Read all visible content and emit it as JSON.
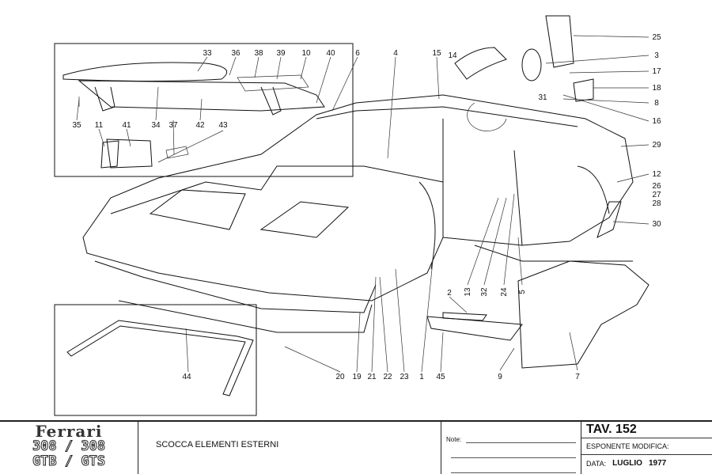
{
  "callouts": {
    "c1": "1",
    "c2": "2",
    "c3": "3",
    "c4": "4",
    "c5": "5",
    "c6": "6",
    "c7": "7",
    "c8": "8",
    "c9": "9",
    "c10": "10",
    "c11": "11",
    "c12": "12",
    "c13": "13",
    "c14": "14",
    "c15": "15",
    "c16": "16",
    "c17": "17",
    "c18": "18",
    "c19": "19",
    "c20": "20",
    "c21": "21",
    "c22": "22",
    "c23": "23",
    "c24": "24",
    "c25": "25",
    "c26": "26",
    "c27": "27",
    "c28": "28",
    "c29": "29",
    "c30": "30",
    "c31": "31",
    "c32": "32",
    "c33": "33",
    "c34": "34",
    "c35": "35",
    "c36": "36",
    "c37": "37",
    "c38": "38",
    "c39": "39",
    "c40": "40",
    "c41": "41",
    "c42": "42",
    "c43": "43",
    "c44": "44",
    "c45": "45"
  },
  "title_block": {
    "brand": "Ferrari",
    "model_line1": "308 / 308",
    "model_line2": "GTB / GTS",
    "description": "SCOCCA ELEMENTI ESTERNI",
    "note_label": "Note:",
    "table_label": "TAV. 152",
    "revision_label": "ESPONENTE MODIFICA:",
    "date_label": "DATA:",
    "date_month": "LUGLIO",
    "date_year": "1977"
  }
}
